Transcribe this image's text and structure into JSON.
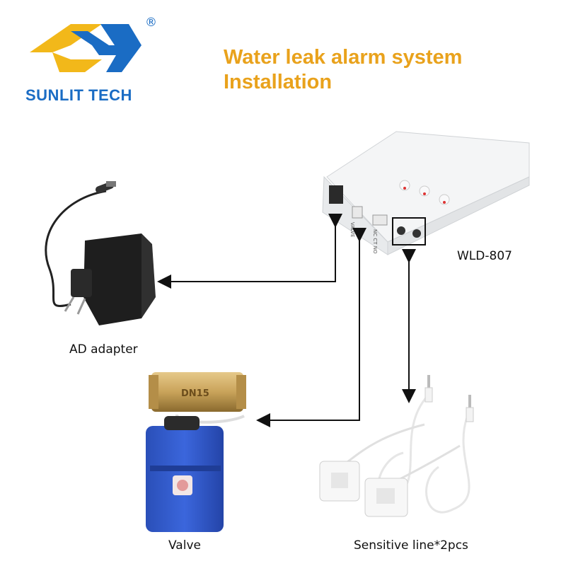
{
  "brand": {
    "name": "SUNLIT TECH",
    "registered_mark": "®"
  },
  "title": {
    "line1": "Water leak alarm system",
    "line2": "Installation"
  },
  "controller": {
    "model": "WLD-807",
    "port_labels": [
      "VALVE",
      "NC CT NO"
    ]
  },
  "components": {
    "adapter": "AD adapter",
    "valve": "Valve",
    "sensor": "Sensitive line*2pcs",
    "valve_marking": "DN15"
  },
  "colors": {
    "logo_yellow": "#f2b81a",
    "logo_blue": "#1a6cc4",
    "title_orange": "#e9a21c",
    "valve_blue": "#2f57c9",
    "brass": "#c9a35a"
  }
}
